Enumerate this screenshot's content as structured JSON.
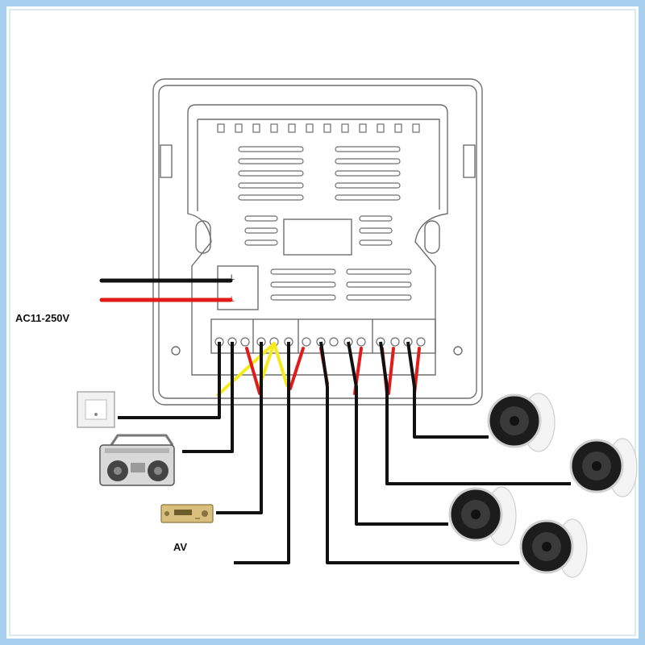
{
  "power": {
    "label": "AC11-250V",
    "terminal_top": "L",
    "terminal_bottom": "L"
  },
  "devices": {
    "av_label": "AV"
  },
  "colors": {
    "frame_border": "#a9cff0",
    "wire_black": "#111111",
    "wire_red": "#e11a1a",
    "wire_yellow": "#f5ea1c",
    "housing_line": "#6f6f6f"
  },
  "icons": [
    "wall-switch-icon",
    "boombox-icon",
    "av-receiver-icon",
    "ceiling-speaker-icon"
  ]
}
